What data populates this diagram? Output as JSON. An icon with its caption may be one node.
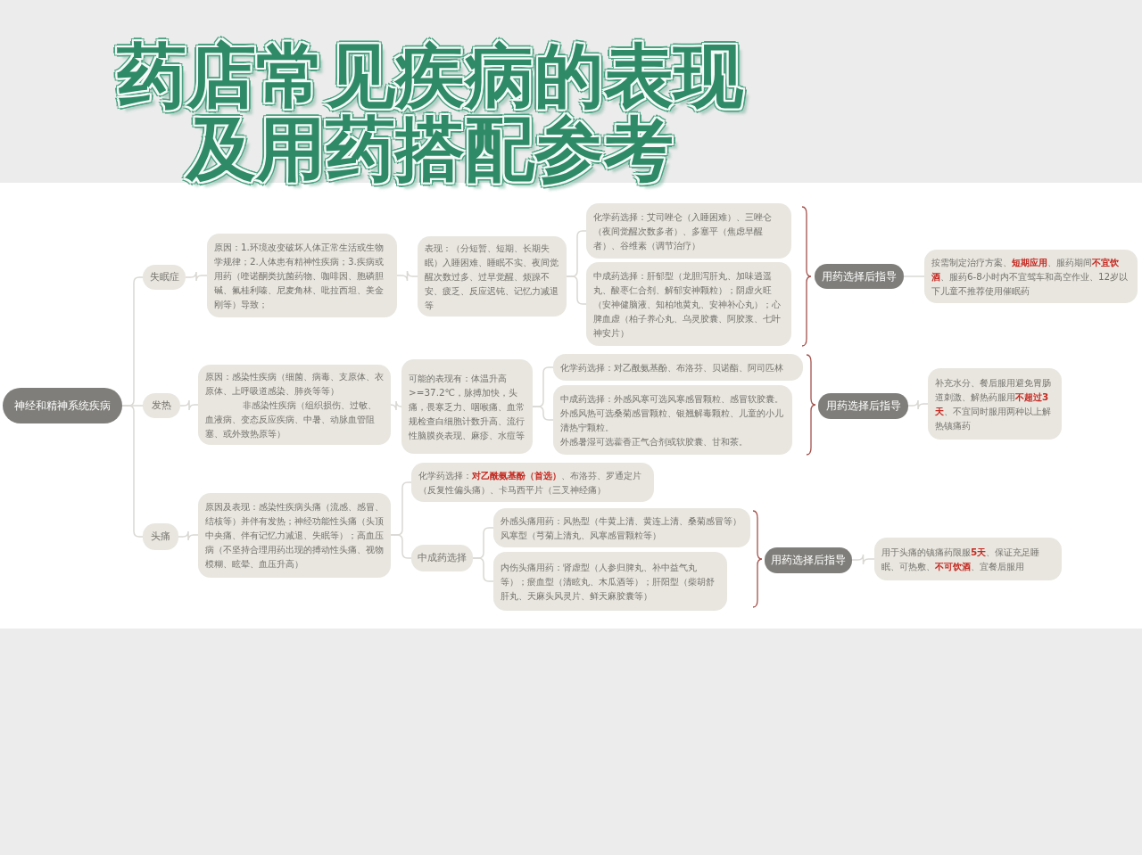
{
  "diagram": {
    "title": "药店常见疾病的表现及用药搭配参考",
    "nodes": [
      {
        "text": [
          "神经和精神系统疾病"
        ]
      },
      {
        "text": [
          "失眠症"
        ]
      },
      {
        "text": [
          "原因：1.环境改变破坏人体正常生活或生物学规律；2.人体患有精神性疾病；3.疾病或用药（喹诺酮类抗菌药物、咖啡因、胞磷胆碱、氟桂利嗪、尼麦角林、吡拉西坦、美金刚等）导致；"
        ]
      },
      {
        "text": [
          "表现：（分短暂、短期、长期失眠）入睡困难、睡眠不实、夜间觉醒次数过多、过早觉醒、烦躁不安、疲乏、反应迟钝、记忆力减退等"
        ]
      },
      {
        "text": [
          "化学药选择：艾司唑仑（入睡困难）、三唑仑（夜间觉醒次数多者）、多塞平（焦虑早醒者）、谷维素（调节治疗）"
        ]
      },
      {
        "text": [
          "中成药选择：肝郁型（龙胆泻肝丸、加味逍遥丸、酸枣仁合剂、解郁安神颗粒）；阴虚火旺（安神健脑液、知柏地黄丸、安神补心丸）；心脾血虚（柏子养心丸、乌灵胶囊、阿胶浆、七叶神安片）"
        ]
      },
      {
        "text": [
          "用药选择后指导"
        ]
      },
      {
        "text": [
          "按需制定治疗方案、**短期应用**、服药期间**不宜饮酒**、服药6-8小时内不宜驾车和高空作业、12岁以下儿童不推荐使用催眠药"
        ]
      },
      {
        "text": [
          "发热"
        ]
      },
      {
        "text": [
          "原因：感染性疾病（细菌、病毒、支原体、衣原体、上呼吸道感染、肺炎等等）",
          "非感染性疾病（组织损伤、过敏、血液病、变态反应疾病、中暑、动脉血管阻塞、或外致热原等）"
        ]
      },
      {
        "text": [
          "可能的表现有：体温升高>=37.2℃，脉搏加快，头痛，畏寒乏力、咽喉痛、血常规检查白细胞计数升高、流行性脑膜炎表现、麻疹、水痘等"
        ]
      },
      {
        "text": [
          "化学药选择：对乙酰氨基酚、布洛芬、贝诺酯、阿司匹林"
        ]
      },
      {
        "text": [
          "中成药选择：外感风寒可选风寒感冒颗粒、感冒软胶囊。外感风热可选桑菊感冒颗粒、银翘解毒颗粒、儿童的小儿清热宁颗粒。",
          "外感暑湿可选藿香正气合剂或软胶囊、甘和茶。"
        ]
      },
      {
        "text": [
          "用药选择后指导"
        ]
      },
      {
        "text": [
          "补充水分、餐后服用避免胃肠道刺激、解热药服用**不超过3天**、不宜同时服用两种以上解热镇痛药"
        ]
      },
      {
        "text": [
          "头痛"
        ]
      },
      {
        "text": [
          "原因及表现：感染性疾病头痛（流感、感冒、结核等）并伴有发热；神经功能性头痛（头顶中央痛、伴有记忆力减退、失眠等）；高血压病（不坚持合理用药出现的搏动性头痛、视物模糊、眩晕、血压升高）"
        ]
      },
      {
        "text": [
          "化学药选择：**对乙酰氨基酚（首选）**、布洛芬、罗通定片（反复性偏头痛）、卡马西平片（三叉神经痛）"
        ]
      },
      {
        "text": [
          "中成药选择"
        ]
      },
      {
        "text": [
          "外感头痛用药：风热型（牛黄上清、黄连上清、桑菊感冒等）风寒型（芎菊上清丸、风寒感冒颗粒等）"
        ]
      },
      {
        "text": [
          "内伤头痛用药：肾虚型（人参归脾丸、补中益气丸等）；瘀血型（清眩丸、木瓜酒等）；肝阳型（柴胡舒肝丸、天麻头风灵片、鲜天麻胶囊等）"
        ]
      },
      {
        "text": [
          "用药选择后指导"
        ]
      },
      {
        "text": [
          "用于头痛的镇痛药限服**5天**、保证充足睡眠、可热敷、**不可饮酒**、宜餐后服用"
        ]
      }
    ],
    "edges": [
      {
        "from": 0,
        "to": 1,
        "arrow": "none"
      },
      {
        "from": 0,
        "to": 8,
        "arrow": "none"
      },
      {
        "from": 0,
        "to": 15,
        "arrow": "none"
      },
      {
        "from": 1,
        "to": 2,
        "arrow": "none"
      },
      {
        "from": 2,
        "to": 3,
        "arrow": "none"
      },
      {
        "from": 3,
        "to": 4,
        "arrow": "none"
      },
      {
        "from": 3,
        "to": 5,
        "arrow": "none"
      },
      {
        "from": 6,
        "to": 7,
        "arrow": "none"
      },
      {
        "from": 8,
        "to": 9,
        "arrow": "none"
      },
      {
        "from": 9,
        "to": 10,
        "arrow": "none"
      },
      {
        "from": 10,
        "to": 11,
        "arrow": "none"
      },
      {
        "from": 10,
        "to": 12,
        "arrow": "none"
      },
      {
        "from": 13,
        "to": 14,
        "arrow": "none"
      },
      {
        "from": 15,
        "to": 16,
        "arrow": "none"
      },
      {
        "from": 16,
        "to": 17,
        "arrow": "none"
      },
      {
        "from": 16,
        "to": 18,
        "arrow": "none"
      },
      {
        "from": 18,
        "to": 19,
        "arrow": "none"
      },
      {
        "from": 18,
        "to": 20,
        "arrow": "none"
      },
      {
        "from": 21,
        "to": 22,
        "arrow": "none"
      }
    ]
  }
}
